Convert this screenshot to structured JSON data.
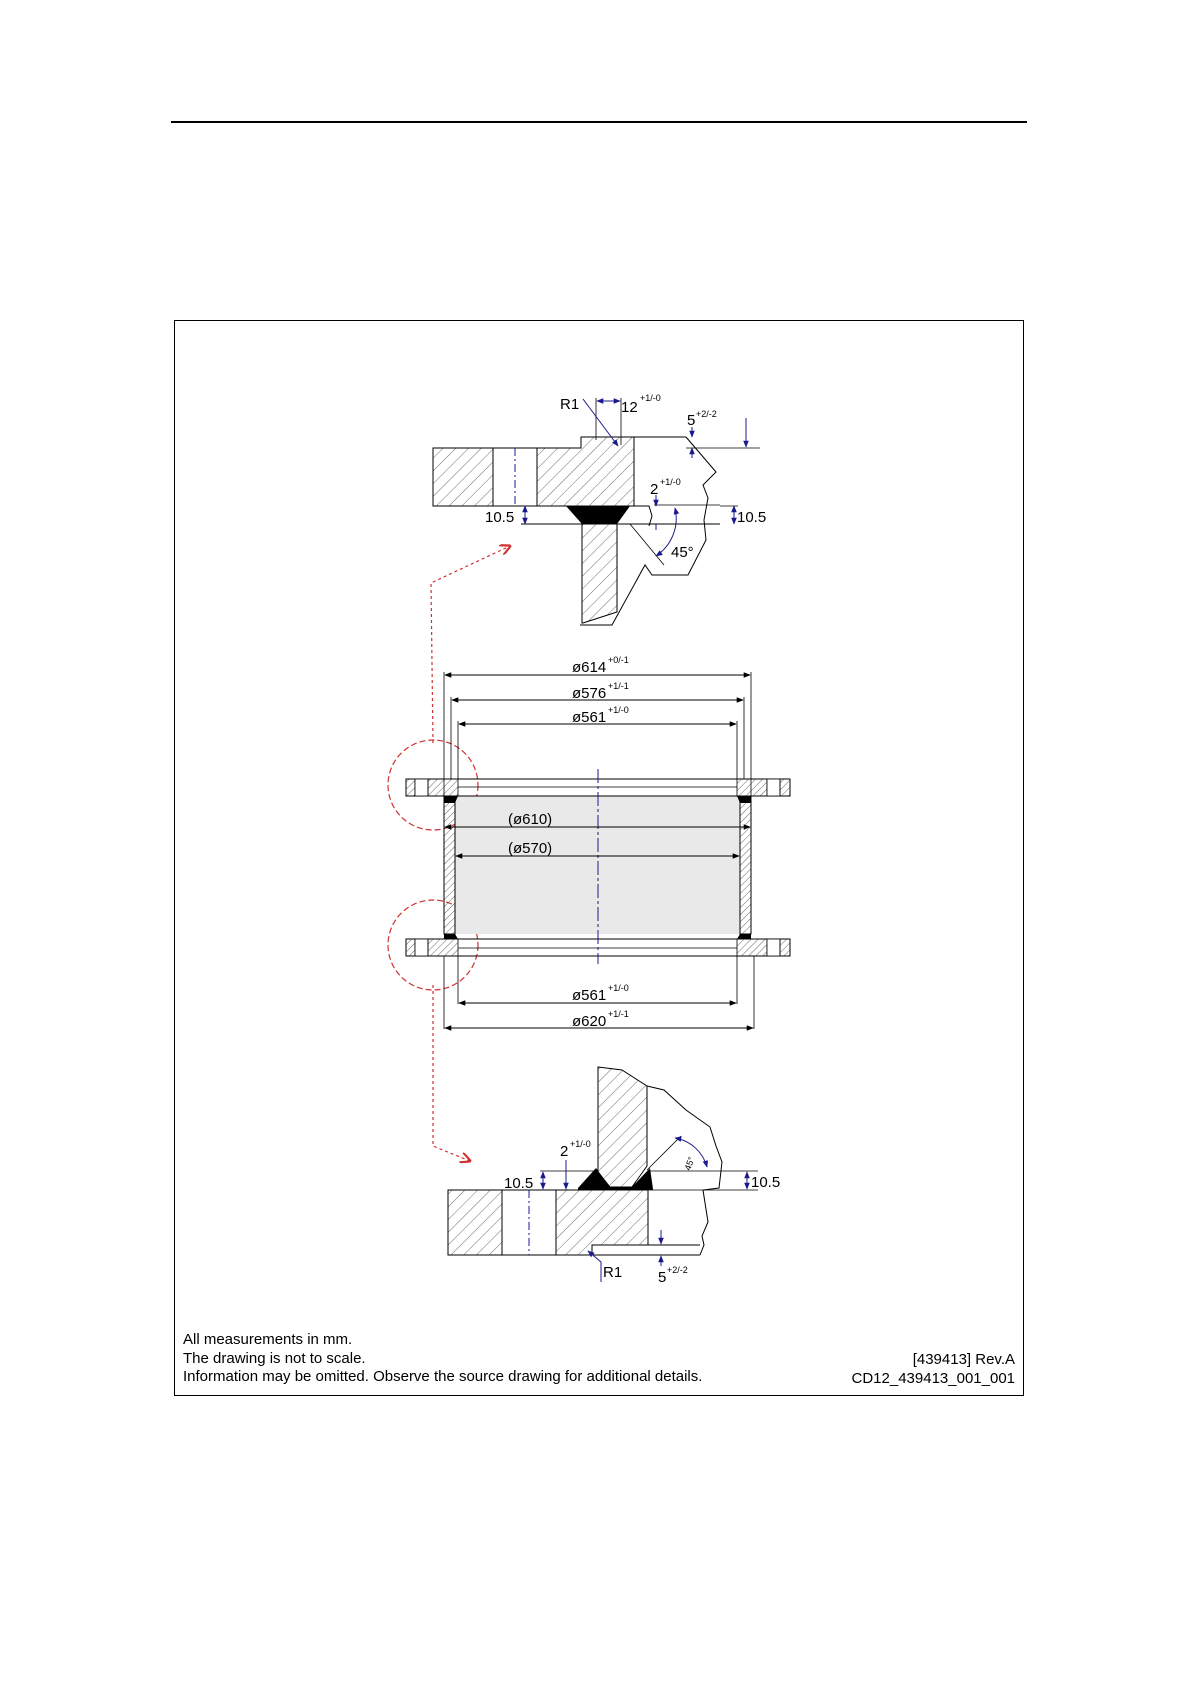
{
  "colors": {
    "line": "#000000",
    "dimension": "#1a1a8c",
    "leader": "#d03030",
    "hatch": "#6f6f6f",
    "weld": "#000000",
    "pipe_fill": "#e9e9ea"
  },
  "detail_top": {
    "radius_label": "R1",
    "width_main": "12",
    "width_tol": "+1/-0",
    "offset_main": "5",
    "offset_tol": "+2/-2",
    "gap_main": "2",
    "gap_tol": "+1/-0",
    "height_left": "10.5",
    "height_right": "10.5",
    "angle": "45°"
  },
  "main_view": {
    "dia_flange_outer_main": "ø614",
    "dia_flange_outer_tol": "+0/-1",
    "dia_flange_mid_main": "ø576",
    "dia_flange_mid_tol": "+1/-1",
    "dia_flange_inner_top_main": "ø561",
    "dia_flange_inner_top_tol": "+1/-0",
    "dia_pipe_outer": "(ø610)",
    "dia_pipe_inner": "(ø570)",
    "dia_flange_inner_bottom_main": "ø561",
    "dia_flange_inner_bottom_tol": "+1/-0",
    "dia_bottom_outer_main": "ø620",
    "dia_bottom_outer_tol": "+1/-1"
  },
  "detail_bottom": {
    "gap_main": "2",
    "gap_tol": "+1/-0",
    "height_left": "10.5",
    "height_right": "10.5",
    "angle": "45°",
    "radius_label": "R1",
    "offset_main": "5",
    "offset_tol": "+2/-2"
  },
  "footer": {
    "note_units": "All measurements in mm.",
    "note_scale": "The drawing is not to scale.",
    "note_omitted": "Information may be omitted. Observe the source drawing for additional details.",
    "drawing_ref": "[439413] Rev.A",
    "drawing_id": "CD12_439413_001_001"
  }
}
